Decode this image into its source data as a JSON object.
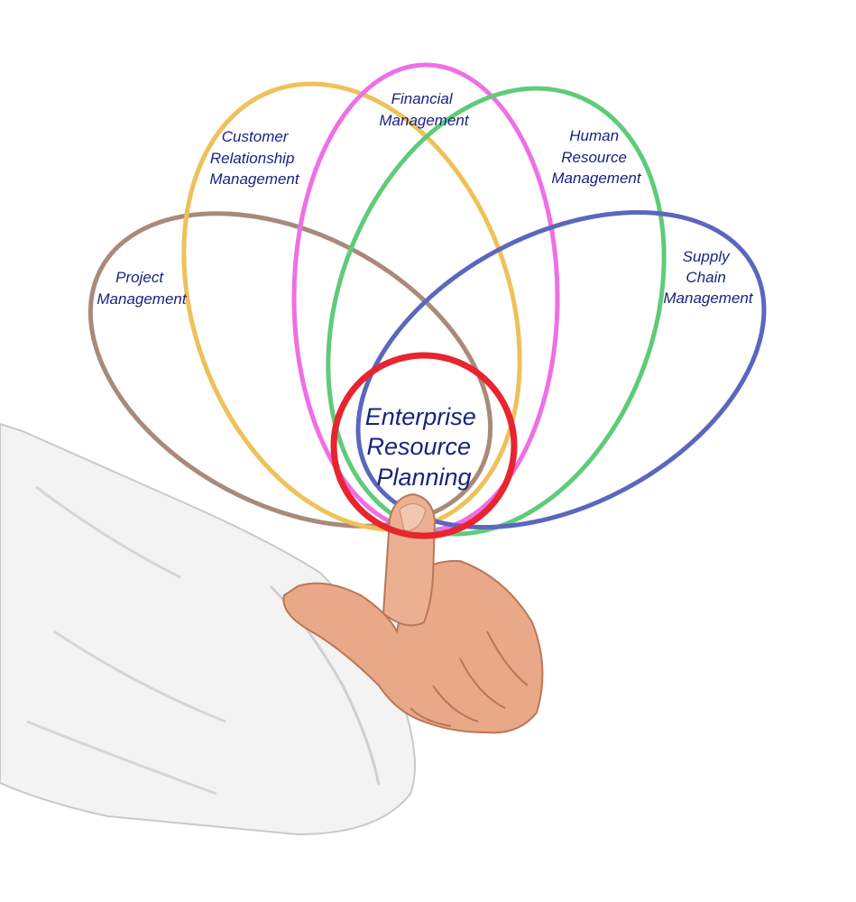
{
  "diagram": {
    "center": {
      "lines": [
        "Enterprise",
        "Resource",
        "Planning"
      ],
      "color": "#e8242f"
    },
    "petals": [
      {
        "id": "project",
        "lines": [
          "Project",
          "Management"
        ],
        "color": "#a98a7a"
      },
      {
        "id": "crm",
        "lines": [
          "Customer",
          "Relationship",
          "Management"
        ],
        "color": "#eec15a"
      },
      {
        "id": "financial",
        "lines": [
          "Financial",
          "Management"
        ],
        "color": "#ee6fe6"
      },
      {
        "id": "hr",
        "lines": [
          "Human",
          "Resource",
          "Management"
        ],
        "color": "#5fcb7a"
      },
      {
        "id": "supply",
        "lines": [
          "Supply",
          "Chain",
          "Management"
        ],
        "color": "#5b67bd"
      }
    ],
    "text_color": "#1a237e",
    "hand_image": "hand-pointing-icon"
  }
}
